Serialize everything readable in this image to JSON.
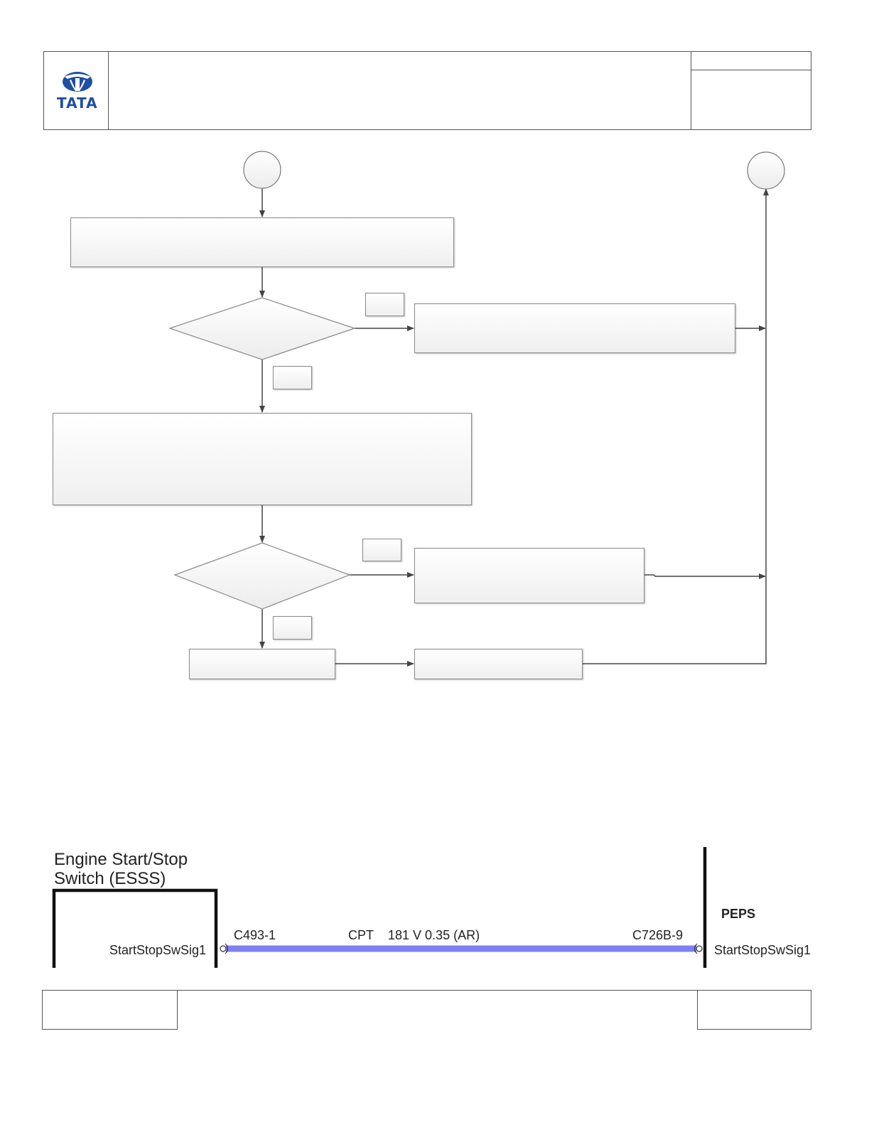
{
  "brand": {
    "name": "TATA",
    "color": "#1f4fa3"
  },
  "wiring": {
    "module_left": {
      "title": "Engine Start/Stop Switch (ESSS)",
      "pin_label": "StartStopSwSig1"
    },
    "module_right": {
      "title": "PEPS",
      "pin_label": "StartStopSwSig1"
    },
    "connector_left": "C493-1",
    "connector_right": "C726B-9",
    "wire_code": "CPT",
    "wire_spec": "181 V 0.35 (AR)",
    "wire_color": "#8080f2"
  },
  "colors": {
    "flow_line": "#444444",
    "frame_line": "#555555"
  }
}
